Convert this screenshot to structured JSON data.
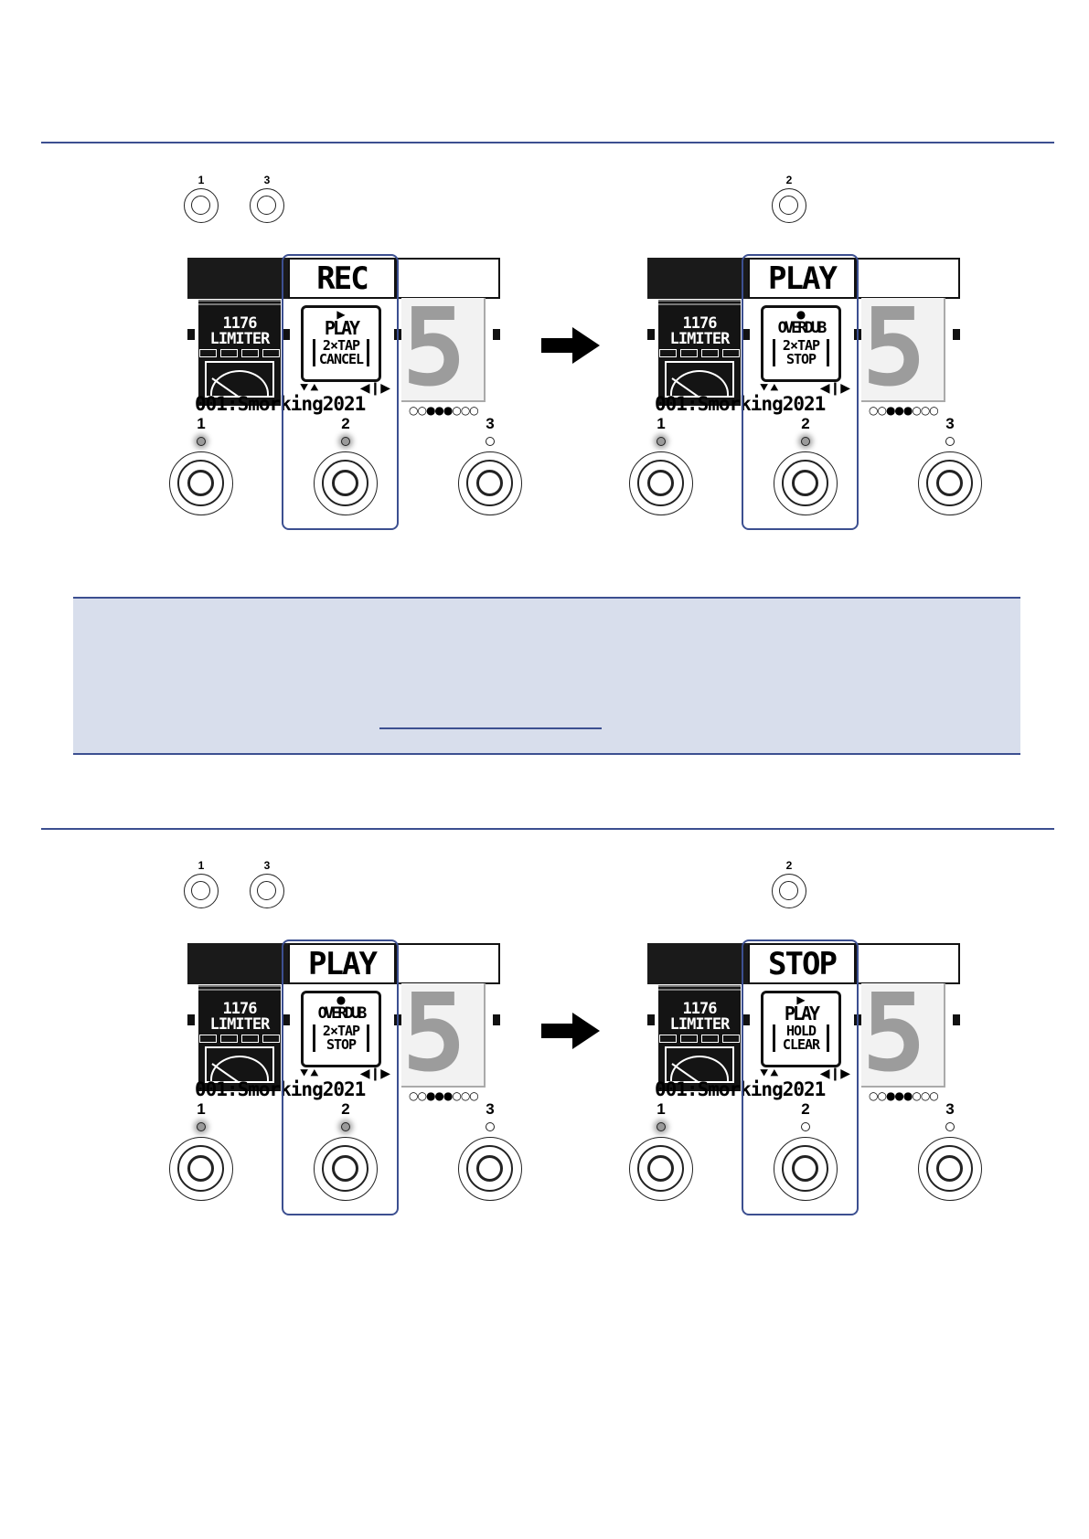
{
  "figures": [
    {
      "id": "fig1",
      "before": {
        "mini_switches": [
          "1",
          "3"
        ],
        "head": "REC",
        "head_style": "white",
        "symbol": "▶",
        "action": "PLAY",
        "sub": "2×TAP CANCEL",
        "leds": [
          "on",
          "on",
          "off"
        ]
      },
      "after": {
        "mini_switches": [
          "2"
        ],
        "head": "PLAY",
        "head_style": "white",
        "symbol": "●",
        "action": "OVERDUB",
        "sub": "2×TAP STOP",
        "leds": [
          "on",
          "on",
          "off"
        ]
      }
    },
    {
      "id": "fig2",
      "before": {
        "mini_switches": [
          "1",
          "3"
        ],
        "head": "PLAY",
        "head_style": "white",
        "symbol": "●",
        "action": "OVERDUB",
        "sub": "2×TAP STOP",
        "leds": [
          "on",
          "on",
          "off"
        ]
      },
      "after": {
        "mini_switches": [
          "2"
        ],
        "head": "STOP",
        "head_style": "white",
        "symbol": "▶",
        "action": "PLAY",
        "sub": "HOLD CLEAR",
        "leds": [
          "on",
          "off",
          "off"
        ]
      }
    }
  ],
  "common": {
    "effect_name": "1176 LIMITER",
    "patch_name": "001:Smorking2021",
    "big_number": "5",
    "page_dots": "○○●●●○○○",
    "nav_symbols_left": "⯆⯅",
    "nav_symbols_right": "◀❙▶",
    "footswitch_numbers": [
      "1",
      "2",
      "3"
    ]
  },
  "colors": {
    "accent": "#3c4f90",
    "note_bg": "#d8deec"
  }
}
